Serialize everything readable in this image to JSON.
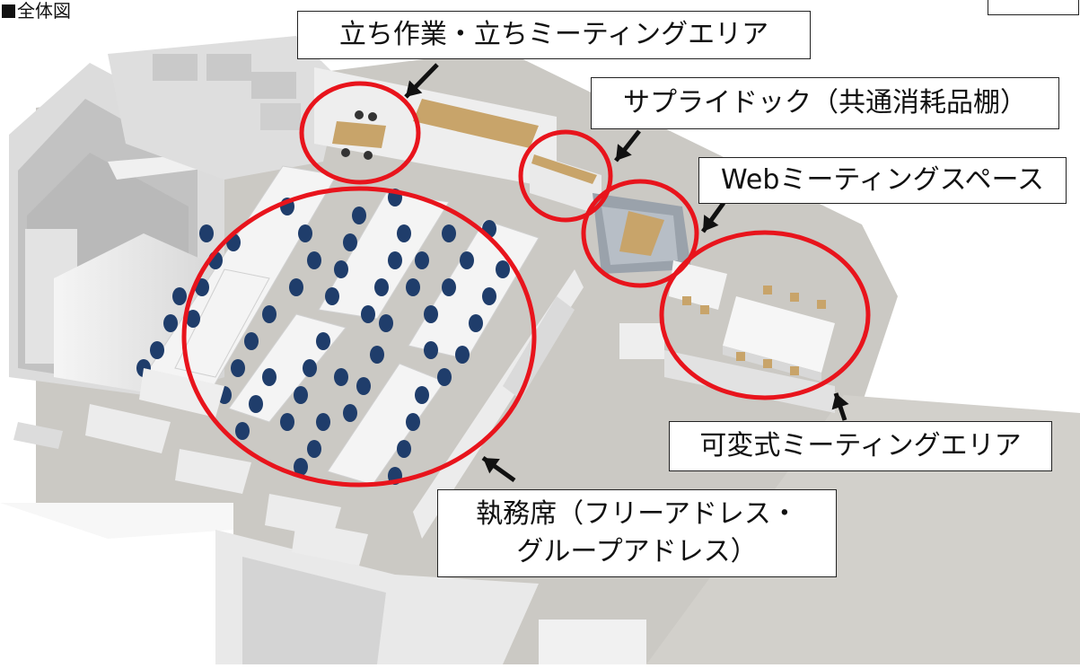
{
  "title": "全体図",
  "callouts": {
    "standing_area": "立ち作業・立ちミーティングエリア",
    "supply_dock": "サプライドック（共通消耗品棚）",
    "web_meeting": "Webミーティングスペース",
    "variable_meeting": "可変式ミーティングエリア",
    "work_seats_line1": "執務席（フリーアドレス・",
    "work_seats_line2": "グループアドレス）"
  },
  "colors": {
    "highlight_ring": "#e8141c",
    "arrow": "#111111",
    "chair": "#1f3d6b",
    "floor": "#c9c7c2",
    "desk": "#f4f4f4",
    "wall": "#e6e6e6",
    "wood": "#c8a46a"
  }
}
